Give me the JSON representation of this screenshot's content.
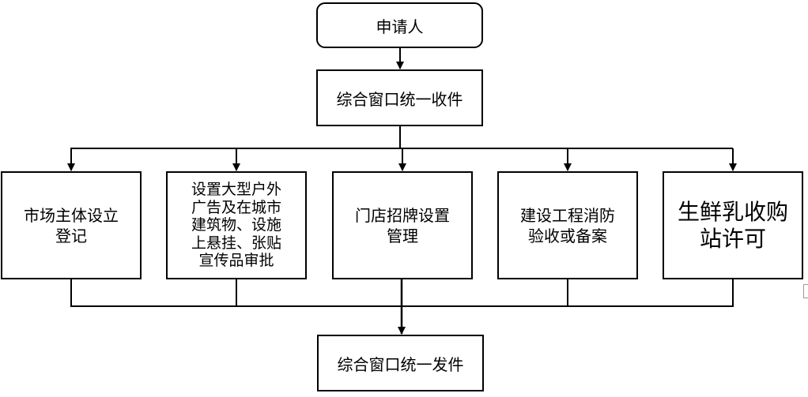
{
  "flowchart": {
    "applicant": "申请人",
    "receive": "综合窗口统一收件",
    "departments": [
      "市场主体设立\n登记",
      "设置大型户外\n广告及在城市\n建筑物、设施\n上悬挂、张贴\n宣传品审批",
      "门店招牌设置\n管理",
      "建设工程消防\n验收或备案",
      "生鲜乳收购\n站许可"
    ],
    "issue": "综合窗口统一发件"
  }
}
